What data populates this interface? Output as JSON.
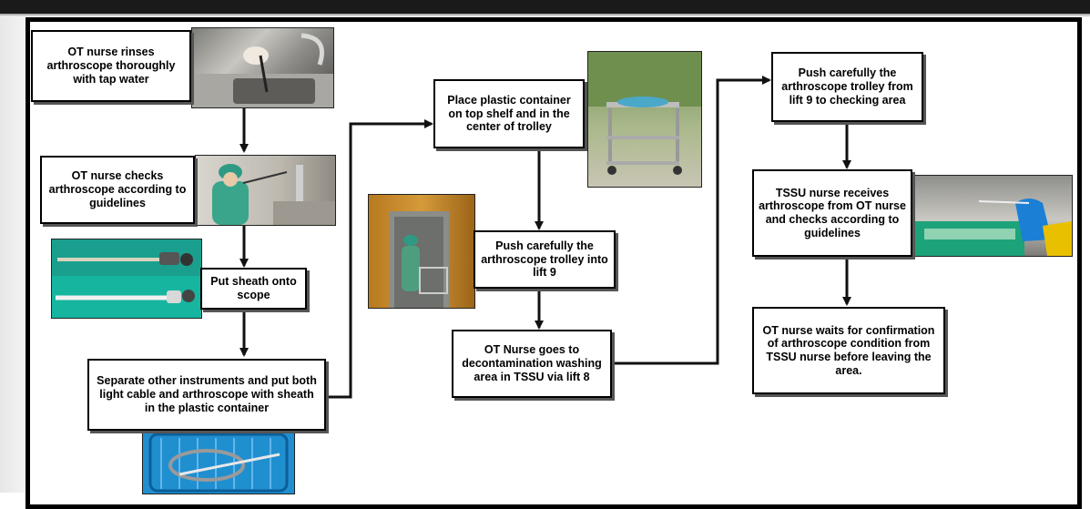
{
  "steps": {
    "rinse": "OT nurse rinses arthroscope thoroughly with tap water",
    "check": "OT nurse checks arthroscope according to guidelines",
    "sheath": "Put sheath onto scope",
    "separate": "Separate other instruments and put both light cable and arthroscope with sheath in the plastic container",
    "place": "Place plastic container on top shelf and in the center of trolley",
    "push_lift9": "Push carefully the arthroscope trolley into lift 9",
    "goes": "OT Nurse goes to decontamination washing area in TSSU via lift 8",
    "push_checking": "Push carefully the arthroscope trolley from lift 9 to checking area",
    "tssu_receives": "TSSU nurse receives arthroscope from OT nurse and checks according to guidelines",
    "waits": "OT nurse waits for confirmation of arthroscope condition from TSSU nurse before leaving  the area."
  },
  "colors": {
    "frame": "#000000",
    "arrow": "#111111",
    "scrub_green": "#3aa58a",
    "basket_blue": "#1f8fd0",
    "glove_blue": "#1b7fd6"
  }
}
